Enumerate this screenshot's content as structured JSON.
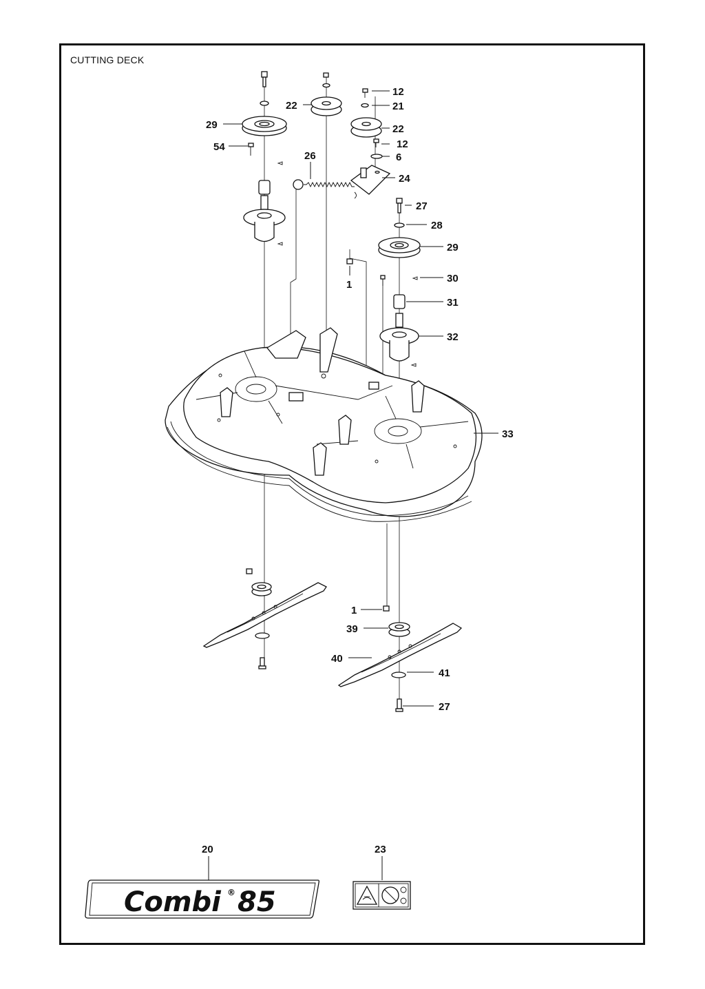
{
  "page": {
    "title": "CUTTING DECK"
  },
  "callouts": {
    "c12a": "12",
    "c21": "21",
    "c22a": "22",
    "c22b": "22",
    "c29a": "29",
    "c54": "54",
    "c12b": "12",
    "c6": "6",
    "c26": "26",
    "c24": "24",
    "c27a": "27",
    "c28": "28",
    "c29b": "29",
    "c1a": "1",
    "c30": "30",
    "c31": "31",
    "c32": "32",
    "c33": "33",
    "c1b": "1",
    "c39": "39",
    "c40": "40",
    "c41": "41",
    "c27b": "27",
    "c20": "20",
    "c23": "23"
  },
  "decal": {
    "brand": "Combi",
    "registered": "®",
    "model": "85"
  },
  "icons": {
    "warning": "blade-warning-icon"
  }
}
